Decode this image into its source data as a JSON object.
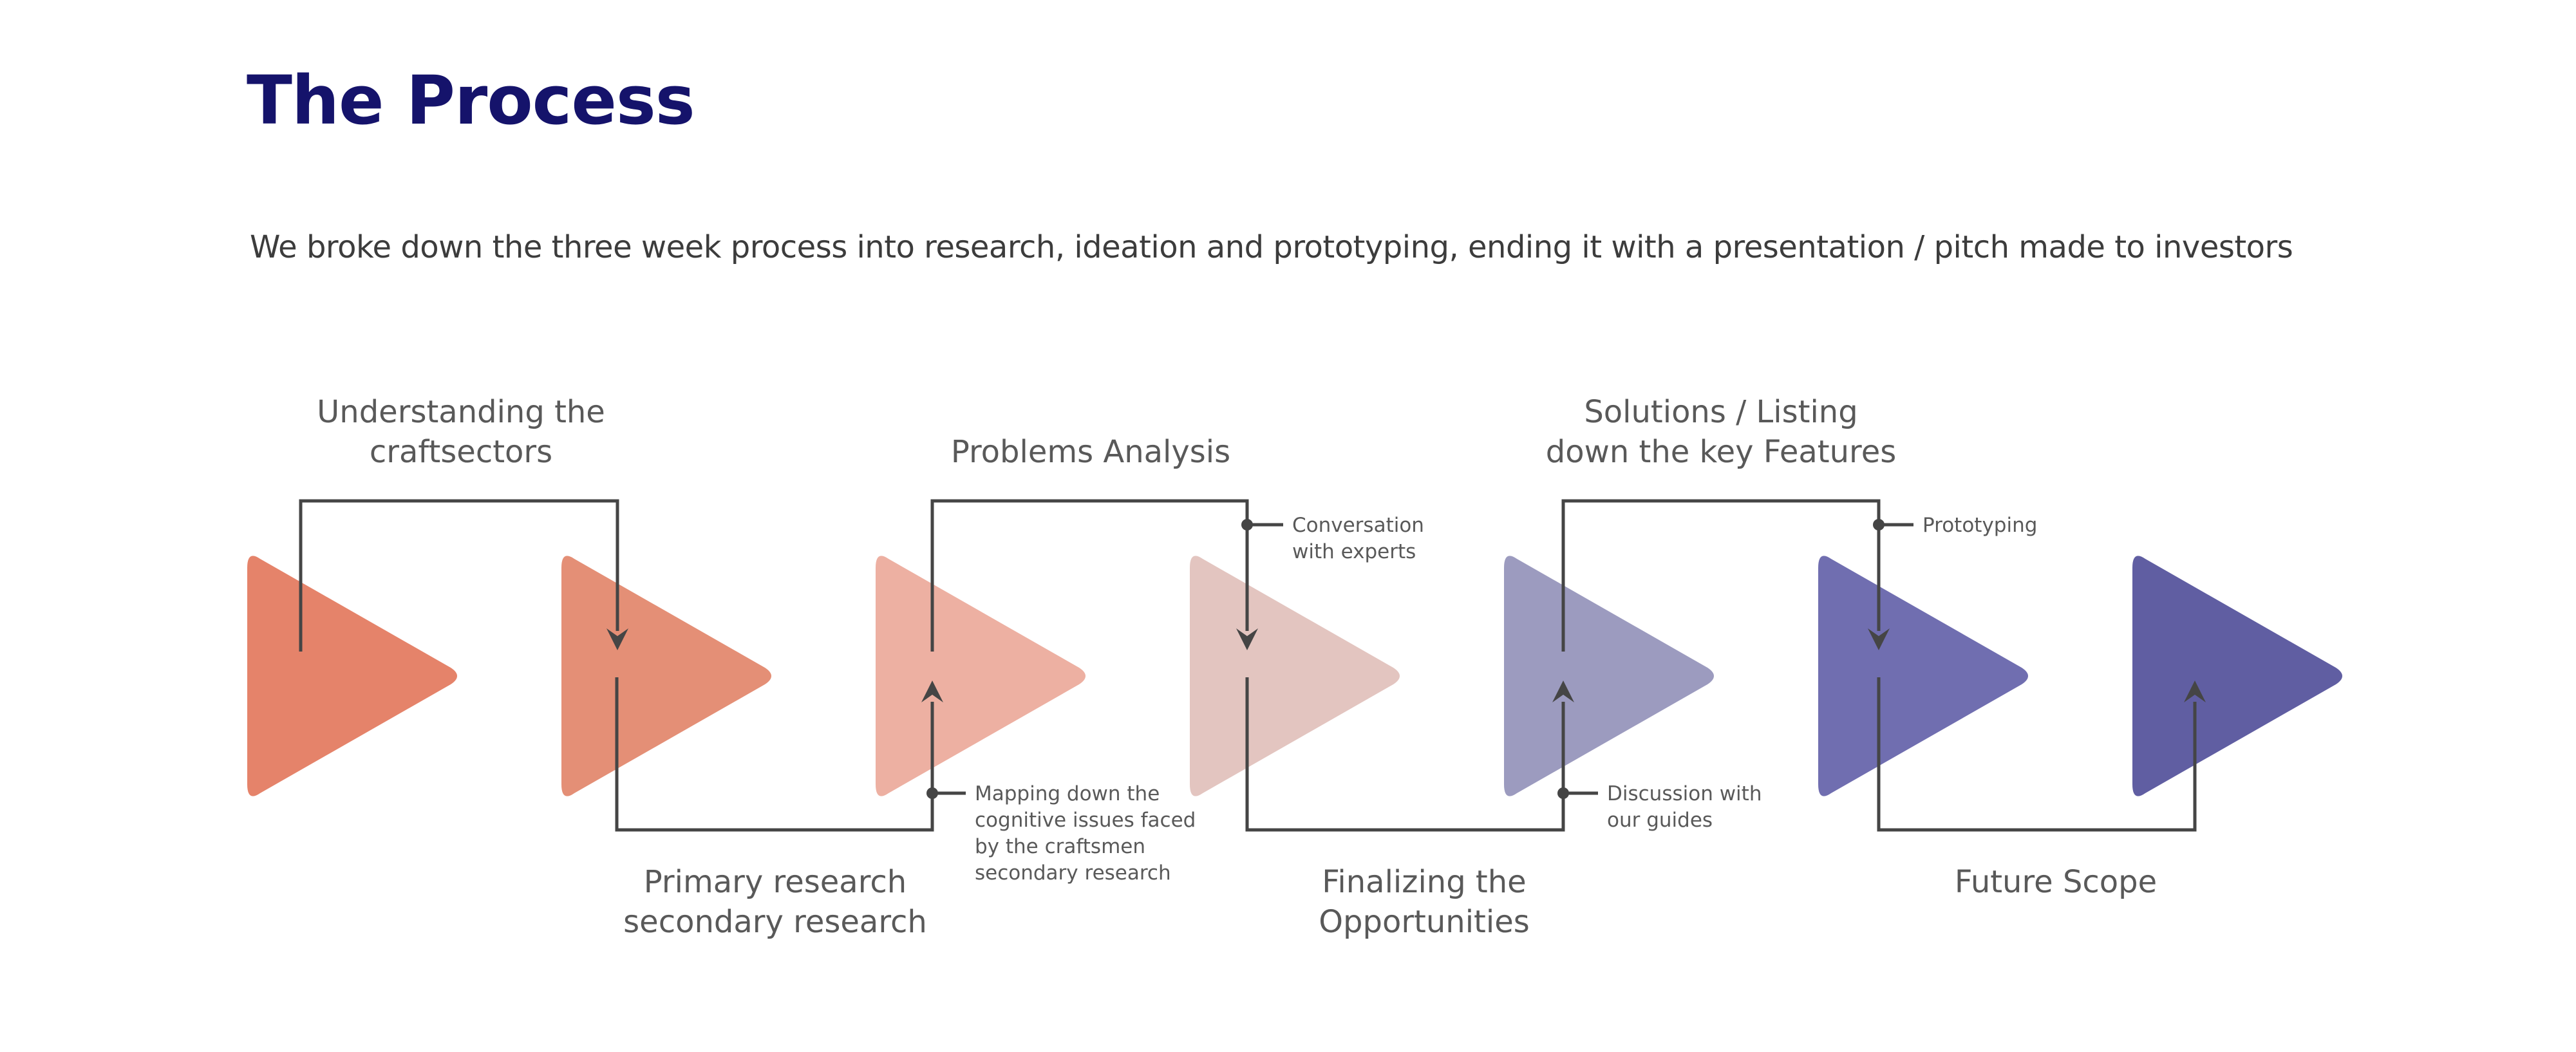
{
  "header": {
    "title": "The Process",
    "subtitle": "We broke down the three week process into research, ideation and prototyping, ending it with a presentation /  pitch made to investors"
  },
  "stages": [
    {
      "label": [
        "Understanding the",
        "craftsectors"
      ],
      "color": "#e5836a"
    },
    {
      "label": [
        "Primary  research",
        "secondary research"
      ],
      "color": "#e48f76"
    },
    {
      "label": [
        "Problems Analysis"
      ],
      "color": "#edb0a2"
    },
    {
      "label": [
        "Finalizing the",
        "Opportunities"
      ],
      "color": "#e3c5c0"
    },
    {
      "label": [
        "Solutions / Listing",
        "down the key Features"
      ],
      "color": "#9c9bbf"
    },
    {
      "label": [
        "Future Scope"
      ],
      "color": "#706eb0"
    },
    {
      "color": "#605ea2"
    }
  ],
  "notes": [
    {
      "lines": [
        "Mapping down the",
        "cognitive issues faced",
        "by the craftsmen",
        "secondary research"
      ]
    },
    {
      "lines": [
        "Conversation",
        "with experts"
      ]
    },
    {
      "lines": [
        "Discussion with",
        "our guides"
      ]
    },
    {
      "lines": [
        "Prototyping"
      ]
    }
  ]
}
